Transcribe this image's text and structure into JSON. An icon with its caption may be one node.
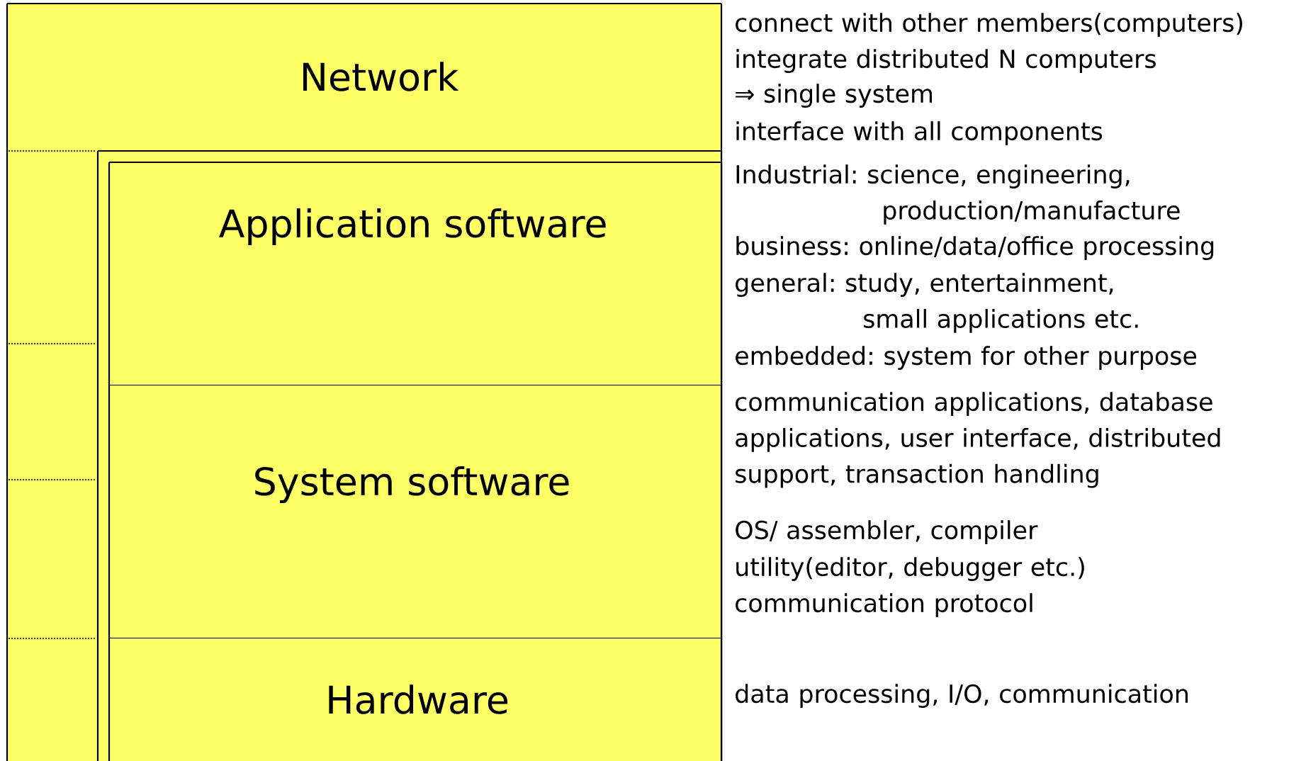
{
  "diagram": {
    "nodes": [
      {
        "text": [
          "Network"
        ],
        "beside": [
          "connect with other members(computers)",
          "integrate distributed N computers",
          "⇒ single system",
          "interface with all components"
        ]
      },
      {
        "text": [],
        "shape": "box",
        "in": 0
      },
      {
        "text": [
          "Application software"
        ],
        "in": 1,
        "beside": [
          "Industrial: science, engineering, production/manufacture",
          "business: online/data/office processing",
          "general: study, entertainment, small applications etc.",
          "embedded: system for other purpose"
        ]
      },
      {
        "text": [
          "System software"
        ],
        "in": 1,
        "beside": [
          "communication applications, database applications, user interface, distributed support, transaction handling",
          "OS/ assembler, compiler",
          "utility(editor, debugger etc.)",
          "communication protocol"
        ]
      },
      {
        "text": [
          "Hardware"
        ],
        "in": 1,
        "beside": [
          "data processing, I/O, communication"
        ]
      }
    ]
  }
}
